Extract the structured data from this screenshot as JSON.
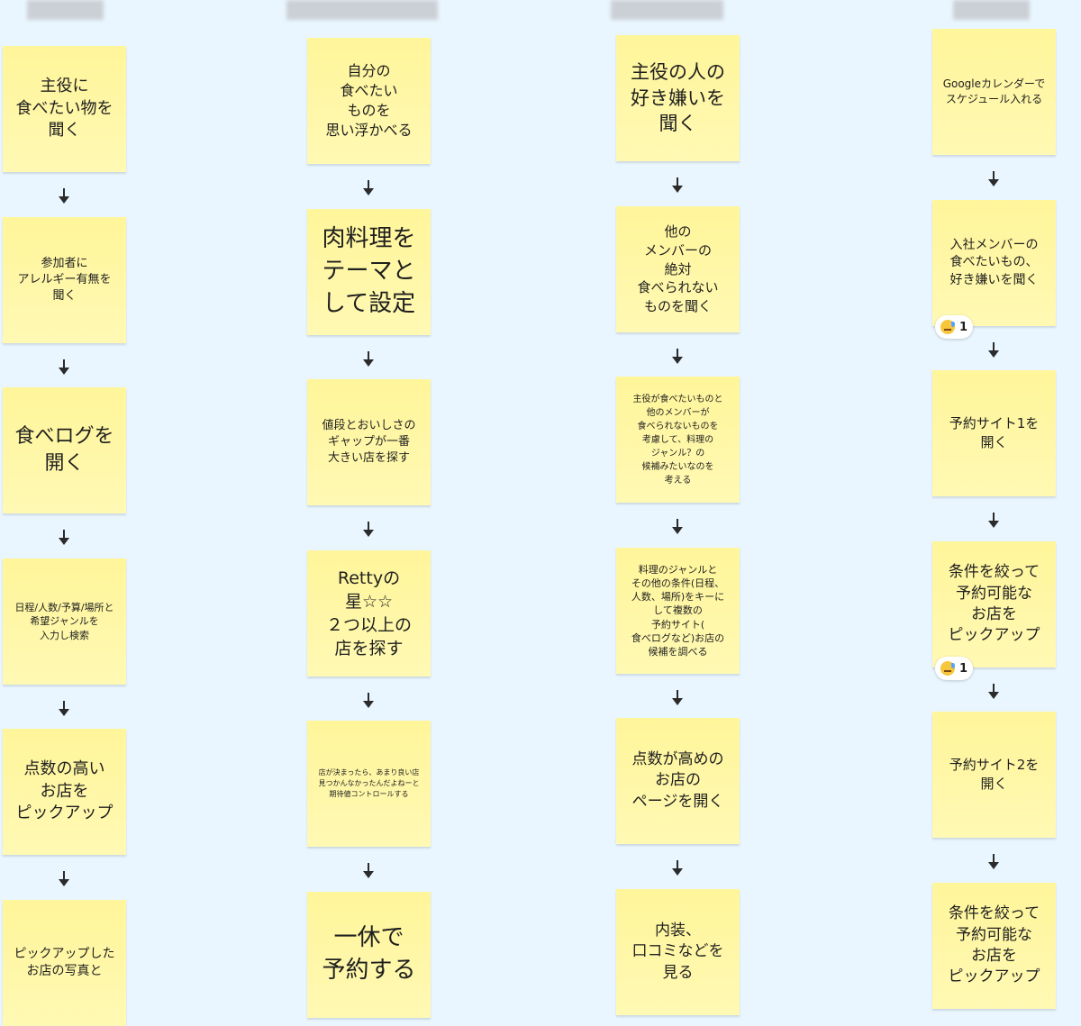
{
  "columns": [
    {
      "notes": [
        {
          "text": "主役に\n食べたい物を\n聞く",
          "size": 18
        },
        {
          "text": "参加者に\nアレルギー有無を\n聞く",
          "size": 13
        },
        {
          "text": "食べログを\n開く",
          "size": 22
        },
        {
          "text": "日程/人数/予算/場所と\n希望ジャンルを\n入力し検索",
          "size": 11
        },
        {
          "text": "点数の高い\nお店を\nピックアップ",
          "size": 18
        },
        {
          "text": "ピックアップした\nお店の写真と",
          "size": 14
        }
      ]
    },
    {
      "notes": [
        {
          "text": "自分の\n食べたい\nものを\n思い浮かべる",
          "size": 16
        },
        {
          "text": "肉料理を\nテーマと\nして設定",
          "size": 26
        },
        {
          "text": "値段とおいしさの\nギャップが一番\n大きい店を探す",
          "size": 13
        },
        {
          "text": "Rettyの\n星☆☆\n２つ以上の\n店を探す",
          "size": 19
        },
        {
          "text": "店が決まったら、あまり良い店\n見つかんなかったんだよねーと\n期待値コントロールする",
          "size": 8
        },
        {
          "text": "一休で\n予約する",
          "size": 26
        }
      ]
    },
    {
      "notes": [
        {
          "text": "主役の人の\n好き嫌いを\n聞く",
          "size": 21
        },
        {
          "text": "他の\nメンバーの\n絶対\n食べられない\nものを聞く",
          "size": 15
        },
        {
          "text": "主役が食べたいものと\n他のメンバーが\n食べられないものを\n考慮して、料理の\nジャンル？の\n候補みたいなのを\n考える",
          "size": 10
        },
        {
          "text": "料理のジャンルと\nその他の条件(日程、\n人数、場所)をキーに\nして複数の\n予約サイト(\n食べログなど)お店の\n候補を調べる",
          "size": 11
        },
        {
          "text": "点数が高めの\nお店の\nページを開く",
          "size": 17
        },
        {
          "text": "内装、\n口コミなどを\n見る",
          "size": 17
        }
      ]
    },
    {
      "notes": [
        {
          "text": "Googleカレンダーで\nスケジュール入れる",
          "size": 12
        },
        {
          "text": "入社メンバーの\n食べたいもの、\n好き嫌いを聞く",
          "size": 14
        },
        {
          "text": "予約サイト1を\n開く",
          "size": 15
        },
        {
          "text": "条件を絞って\n予約可能な\nお店を\nピックアップ",
          "size": 17
        },
        {
          "text": "予約サイト2を\n開く",
          "size": 15
        },
        {
          "text": "条件を絞って\n予約可能な\nお店を\nピックアップ",
          "size": 17
        }
      ],
      "reactions": [
        {
          "after_note": 1,
          "emoji": "sweat-smile-icon",
          "count": "1"
        },
        {
          "after_note": 3,
          "emoji": "sweat-smile-icon",
          "count": "1"
        }
      ]
    }
  ]
}
